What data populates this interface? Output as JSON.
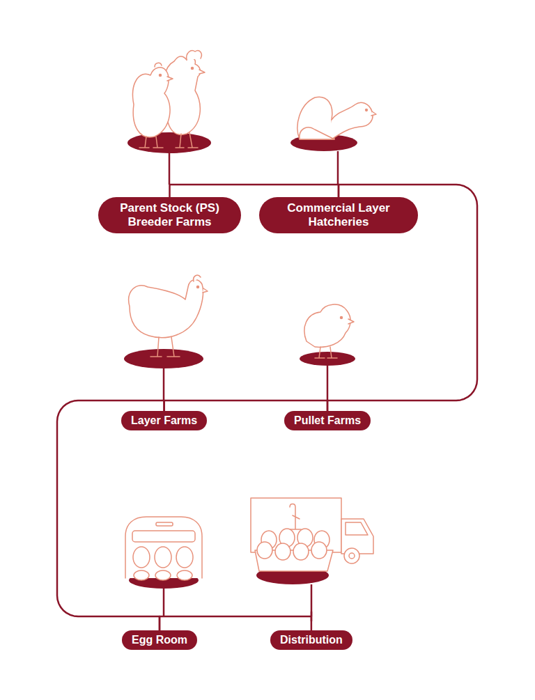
{
  "diagram": {
    "nodes": [
      {
        "text": [
          "Parent Stock (PS) Breeder Farms"
        ]
      },
      {
        "text": [
          "Commercial Layer Hatcheries"
        ]
      },
      {
        "text": [
          "Layer Farms"
        ]
      },
      {
        "text": [
          "Pullet Farms"
        ]
      },
      {
        "text": [
          "Egg Room"
        ]
      },
      {
        "text": [
          "Distribution"
        ]
      }
    ],
    "edges": [
      {
        "from": 0,
        "to": 1,
        "arrow": "none"
      },
      {
        "from": 1,
        "to": 3,
        "arrow": "none"
      },
      {
        "from": 3,
        "to": 2,
        "arrow": "none"
      },
      {
        "from": 2,
        "to": 4,
        "arrow": "none"
      },
      {
        "from": 4,
        "to": 5,
        "arrow": "none"
      }
    ]
  }
}
